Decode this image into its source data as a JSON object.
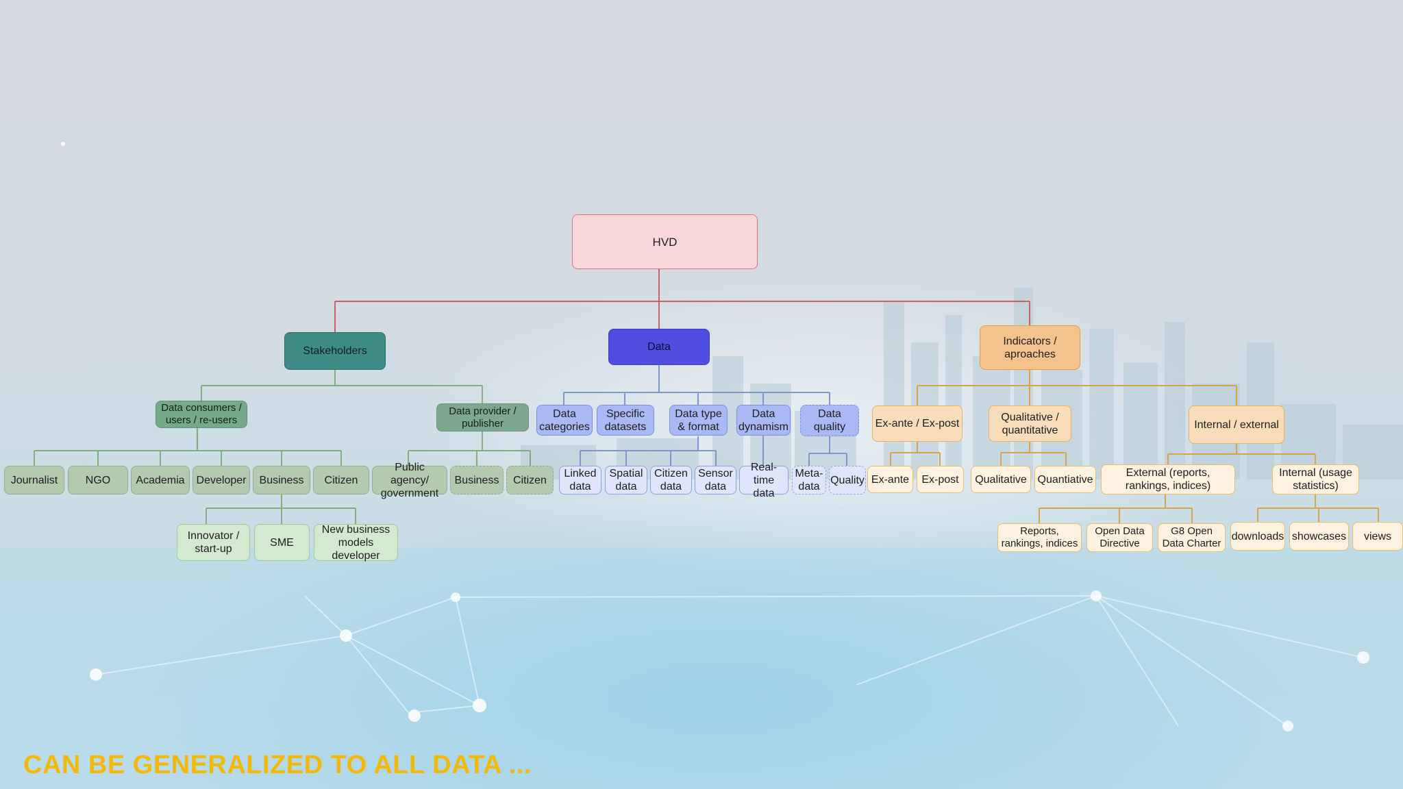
{
  "root": {
    "label": "HVD"
  },
  "stakeholders": {
    "label": "Stakeholders",
    "consumers": {
      "label": "Data consumers / users / re-users",
      "leaves": [
        "Journalist",
        "NGO",
        "Academia",
        "Developer",
        "Business",
        "Citizen"
      ],
      "business_sub": [
        "Innovator / start-up",
        "SME",
        "New business models developer"
      ]
    },
    "providers": {
      "label": "Data provider / publisher",
      "leaves": [
        "Public agency/ government",
        "Business",
        "Citizen"
      ]
    }
  },
  "data": {
    "label": "Data",
    "children": [
      "Data categories",
      "Specific datasets",
      "Data type & format",
      "Data dynamism",
      "Data quality"
    ],
    "type_format_sub": [
      "Linked data",
      "Spatial data",
      "Citizen data",
      "Sensor data"
    ],
    "dynamism_sub": [
      "Real-time data"
    ],
    "quality_sub": [
      "Meta-data",
      "Quality"
    ]
  },
  "indicators": {
    "label": "Indicators / aproaches",
    "children": [
      "Ex-ante / Ex-post",
      "Qualitative / quantitative",
      "Internal / external"
    ],
    "exante_sub": [
      "Ex-ante",
      "Ex-post"
    ],
    "qual_sub": [
      "Qualitative",
      "Quantiative"
    ],
    "intext_sub": [
      "External (reports, rankings, indices)",
      "Internal (usage statistics)"
    ],
    "external_sub": [
      "Reports, rankings, indices",
      "Open Data Directive",
      "G8 Open Data Charter"
    ],
    "internal_sub": [
      "downloads",
      "showcases",
      "views"
    ]
  },
  "footer": "CAN BE GENERALIZED TO ALL DATA ...",
  "colors": {
    "root_fill": "#f8d7da",
    "stakeholders_fill": "#3f8b86",
    "data_fill": "#4f4ee0",
    "indicators_fill": "#f4c28c",
    "footer_text": "#f2b90a"
  }
}
